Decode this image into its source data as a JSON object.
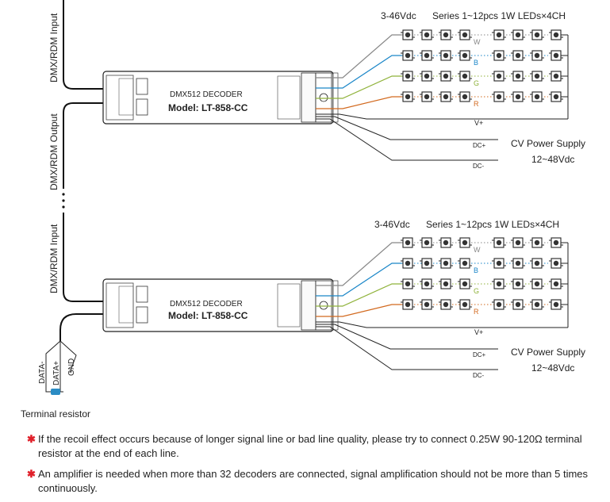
{
  "left_labels": {
    "input_top": "DMX/RDM Input",
    "output": "DMX/RDM Output",
    "input_bottom": "DMX/RDM Input"
  },
  "decoders": [
    {
      "title": "DMX512 DECODER",
      "model": "Model: LT-858-CC",
      "voltage": "3-46Vdc",
      "series": "Series 1~12pcs 1W LEDs×4CH",
      "channels": [
        "W",
        "B",
        "G",
        "R"
      ],
      "v_plus": "V+",
      "dc_plus": "DC+",
      "dc_minus": "DC-",
      "supply": "CV Power Supply",
      "supply_range": "12~48Vdc"
    },
    {
      "title": "DMX512 DECODER",
      "model": "Model: LT-858-CC",
      "voltage": "3-46Vdc",
      "series": "Series 1~12pcs 1W LEDs×4CH",
      "channels": [
        "W",
        "B",
        "G",
        "R"
      ],
      "v_plus": "V+",
      "dc_plus": "DC+",
      "dc_minus": "DC-",
      "supply": "CV Power Supply",
      "supply_range": "12~48Vdc"
    }
  ],
  "terminal": {
    "data_minus": "DATA-",
    "data_plus": "DATA+",
    "gnd": "GND",
    "label": "Terminal resistor"
  },
  "notes": [
    "If the recoil effect occurs because of longer signal line or bad line quality, please try to connect 0.25W 90-120Ω terminal resistor at the end of each line.",
    "An amplifier is needed when more than 32 decoders are connected, signal amplification should not be more than 5 times continuously."
  ],
  "colors": {
    "W": "#888888",
    "B": "#1a86c8",
    "G": "#8fb23a",
    "R": "#d2691e",
    "asterisk": "#e0202a"
  }
}
